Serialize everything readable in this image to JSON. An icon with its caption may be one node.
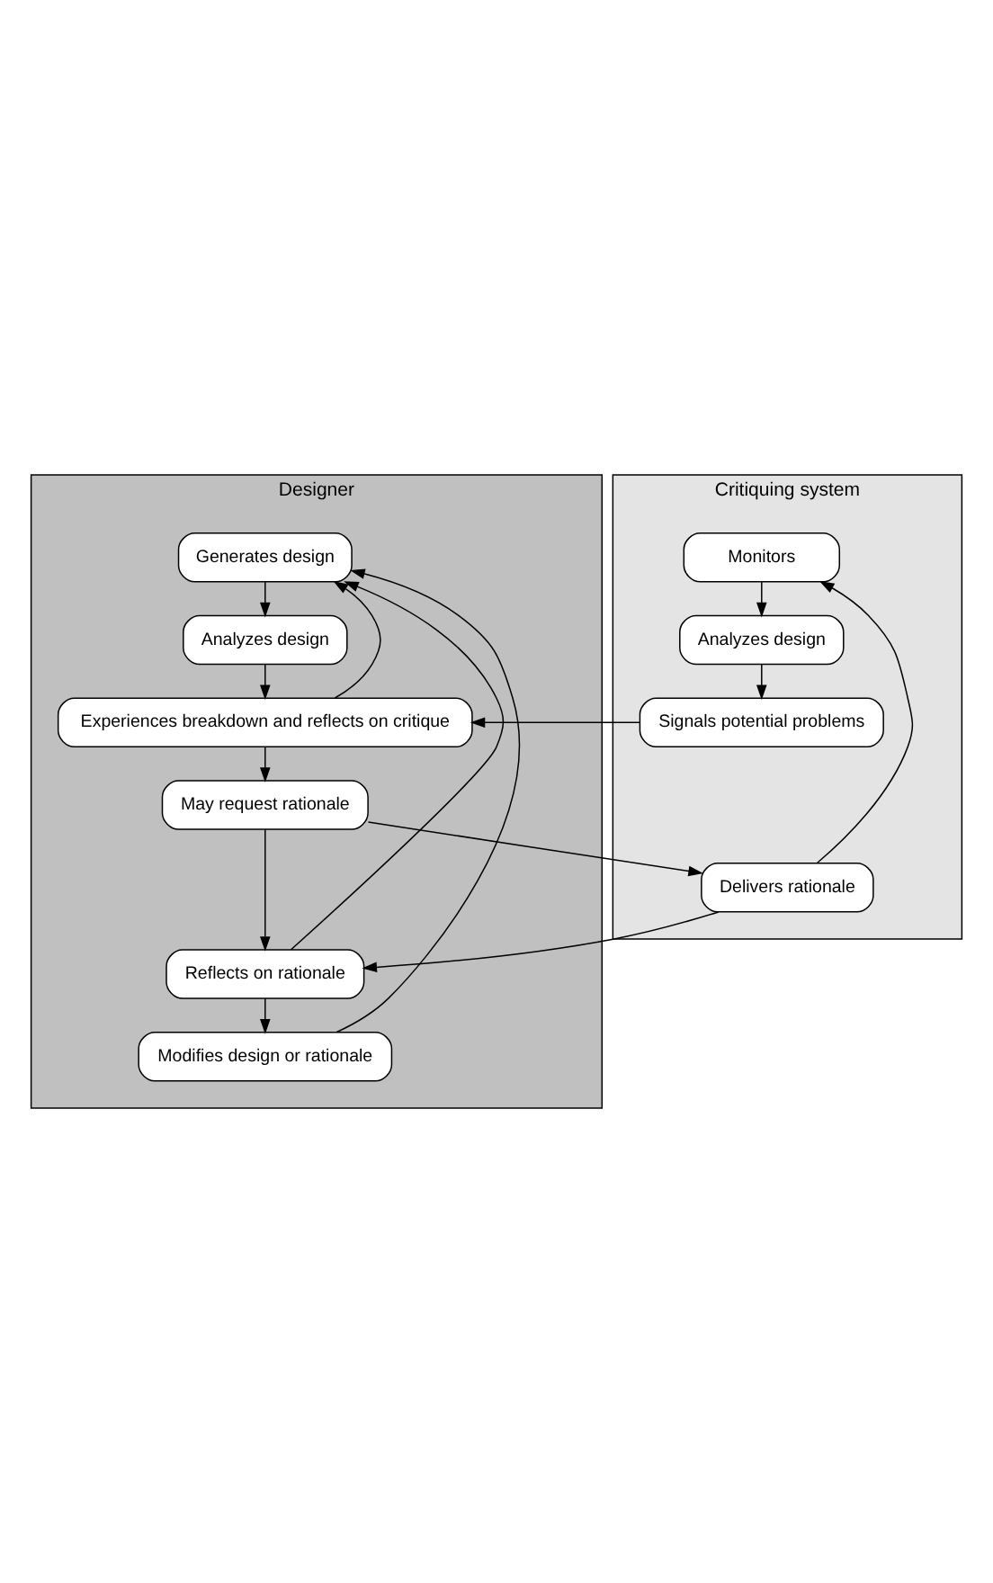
{
  "diagram": {
    "nodes": [
      {
        "text": [
          "Designer"
        ]
      },
      {
        "text": [
          "Generates design"
        ],
        "in": 0
      },
      {
        "text": [
          "Analyzes design"
        ],
        "in": 0
      },
      {
        "text": [
          "Experiences breakdown and reflects on critique"
        ],
        "in": 0
      },
      {
        "text": [
          "May request rationale"
        ],
        "in": 0
      },
      {
        "text": [
          "Reflects on rationale"
        ],
        "in": 0
      },
      {
        "text": [
          "Modifies design or rationale"
        ],
        "in": 0
      },
      {
        "text": [
          "Critiquing system"
        ]
      },
      {
        "text": [
          "Monitors"
        ],
        "in": 7
      },
      {
        "text": [
          "Analyzes design"
        ],
        "in": 7
      },
      {
        "text": [
          "Signals potential problems"
        ],
        "in": 7
      },
      {
        "text": [
          "Delivers rationale"
        ],
        "in": 7
      }
    ],
    "edges": [
      {
        "from": 1,
        "to": 2,
        "arrow": "to"
      },
      {
        "from": 2,
        "to": 3,
        "arrow": "to"
      },
      {
        "from": 3,
        "to": 4,
        "arrow": "to"
      },
      {
        "from": 4,
        "to": 5,
        "arrow": "to"
      },
      {
        "from": 5,
        "to": 6,
        "arrow": "to"
      },
      {
        "from": 6,
        "to": 1,
        "arrow": "to"
      },
      {
        "from": 3,
        "to": 1,
        "arrow": "to"
      },
      {
        "from": 5,
        "to": 1,
        "arrow": "to"
      },
      {
        "from": 8,
        "to": 9,
        "arrow": "to"
      },
      {
        "from": 9,
        "to": 10,
        "arrow": "to"
      },
      {
        "from": 10,
        "to": 3,
        "arrow": "to"
      },
      {
        "from": 4,
        "to": 11,
        "arrow": "to"
      },
      {
        "from": 11,
        "to": 5,
        "arrow": "to"
      },
      {
        "from": 11,
        "to": 8,
        "arrow": "to"
      }
    ]
  }
}
